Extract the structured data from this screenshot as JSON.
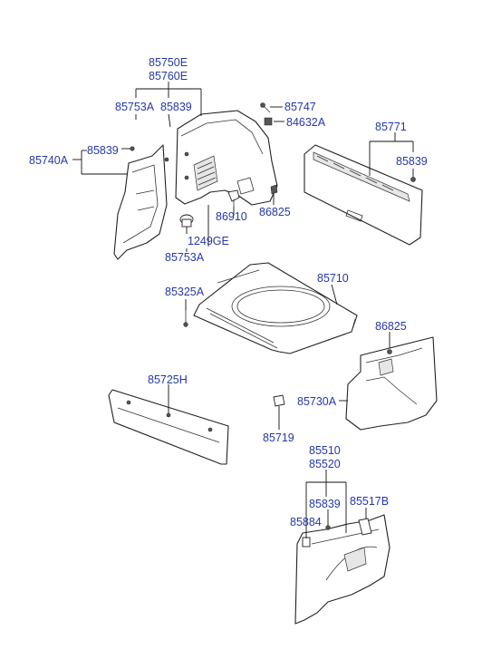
{
  "labels": {
    "p85750E": "85750E",
    "p85760E": "85760E",
    "p85753A_top": "85753A",
    "p85839_top": "85839",
    "p85747": "85747",
    "p84632A": "84632A",
    "p85771": "85771",
    "p85839_right": "85839",
    "p85740A": "85740A",
    "p85839_left": "85839",
    "p86910": "86910",
    "p86825_top": "86825",
    "p1249GE": "1249GE",
    "p85753A_bottom": "85753A",
    "p85710": "85710",
    "p85325A": "85325A",
    "p86825_mid": "86825",
    "p85725H": "85725H",
    "p85730A": "85730A",
    "p85719": "85719",
    "p85510": "85510",
    "p85520": "85520",
    "p85839_bottom": "85839",
    "p85517B": "85517B",
    "p85884": "85884"
  },
  "colors": {
    "label": "#2438a8",
    "line": "#111111",
    "background": "#ffffff"
  }
}
